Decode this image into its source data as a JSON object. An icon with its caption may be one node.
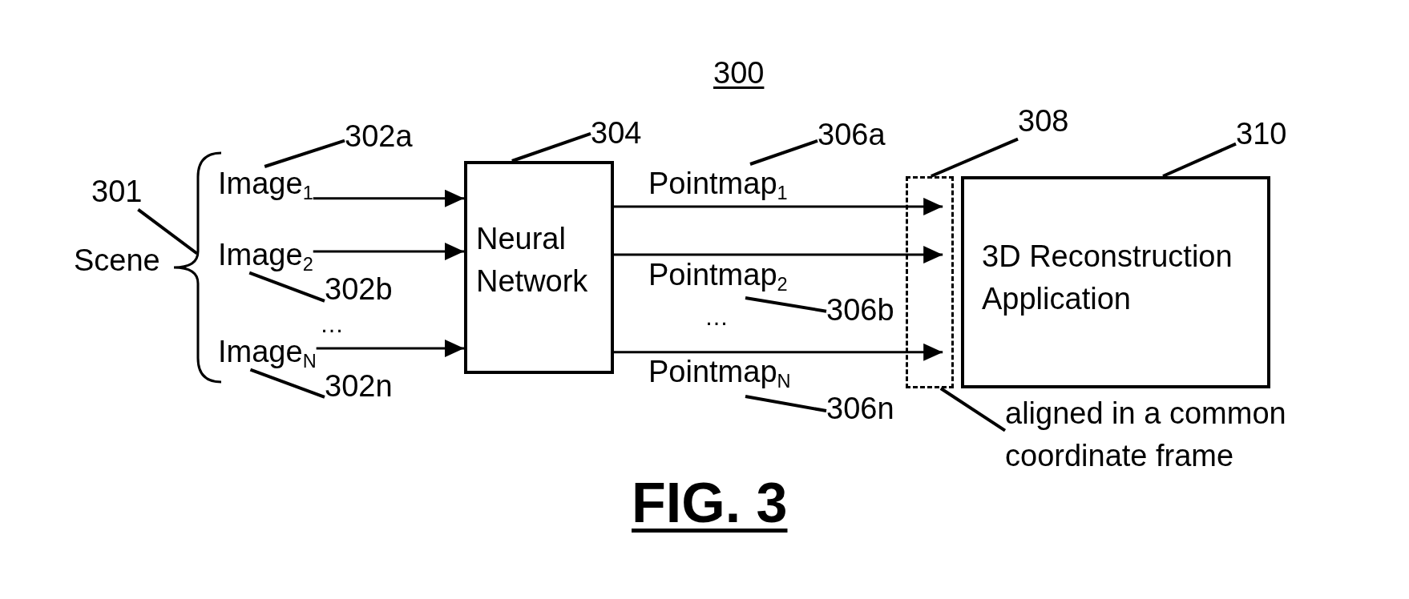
{
  "diagram": {
    "caption": "FIG. 3",
    "nodes": [
      {
        "text": [
          "301"
        ]
      },
      {
        "text": [],
        "shape": "brace",
        "beside": [
          "Scene"
        ]
      },
      {
        "text": [
          "302a"
        ]
      },
      {
        "text": [
          "Image$_{1}$"
        ]
      },
      {
        "text": [
          "Image$_{2}$"
        ]
      },
      {
        "text": [
          "302b"
        ]
      },
      {
        "text": [
          "Image$_{N}$"
        ]
      },
      {
        "text": [
          "302n"
        ]
      },
      {
        "text": [
          "304"
        ]
      },
      {
        "text": [
          "Neural Network"
        ]
      },
      {
        "text": [
          "306a"
        ]
      },
      {
        "text": [
          "306b"
        ]
      },
      {
        "text": [
          "306n"
        ]
      },
      {
        "text": [
          "308"
        ]
      },
      {
        "text": [],
        "shape": "box"
      },
      {
        "text": [
          "310"
        ]
      },
      {
        "text": [
          "3D Reconstruction Application"
        ]
      },
      {
        "text": [
          "aligned in a common coordinate frame"
        ]
      }
    ],
    "edges": [
      {
        "from": 0,
        "to": 1,
        "arrow": "none"
      },
      {
        "from": 2,
        "to": 3,
        "arrow": "none"
      },
      {
        "from": 5,
        "to": 4,
        "arrow": "none"
      },
      {
        "from": 7,
        "to": 6,
        "arrow": "none"
      },
      {
        "from": 3,
        "to": 9,
        "arrow": "to"
      },
      {
        "from": 4,
        "to": 9,
        "arrow": "to"
      },
      {
        "from": 6,
        "to": 9,
        "arrow": "to"
      },
      {
        "from": 8,
        "to": 9,
        "arrow": "none"
      },
      {
        "from": 9,
        "to": 14,
        "arrow": "to",
        "label": "Pointmap$_{1}$"
      },
      {
        "from": 9,
        "to": 14,
        "arrow": "to",
        "label": "Pointmap$_{2}$"
      },
      {
        "from": 9,
        "to": 14,
        "arrow": "to",
        "label": "Pointmap$_{N}$"
      },
      {
        "from": 10,
        "to": null,
        "arrow": "none"
      },
      {
        "from": 11,
        "to": null,
        "arrow": "none"
      },
      {
        "from": 12,
        "to": null,
        "arrow": "none"
      },
      {
        "from": 13,
        "to": 14,
        "arrow": "none"
      },
      {
        "from": 15,
        "to": 16,
        "arrow": "none"
      },
      {
        "from": 17,
        "to": 14,
        "arrow": "none"
      }
    ],
    "labels": [
      "300",
      "…",
      "…"
    ]
  }
}
